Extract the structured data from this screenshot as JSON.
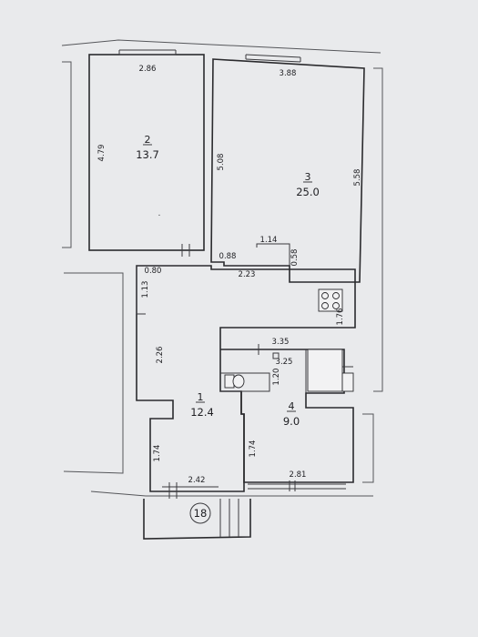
{
  "rooms": [
    {
      "number": "2",
      "area": "13.7"
    },
    {
      "number": "3",
      "area": "25.0"
    },
    {
      "number": "1",
      "area": "12.4"
    },
    {
      "number": "4",
      "area": "9.0"
    }
  ],
  "dimensions": {
    "room2_width": "2.86",
    "room2_length": "4.79",
    "room3_top": "3.88",
    "room3_left": "5.08",
    "room3_right": "5.58",
    "room3_step_width": "1.14",
    "room3_step_left": "0.88",
    "room3_step_height": "0.58",
    "room3_bottom": "2.23",
    "kitchen_right": "1.76",
    "hall_top": "0.80",
    "hall_left_upper": "1.13",
    "hall_left_mid": "2.26",
    "hall_left_lower": "1.74",
    "hall_bottom": "2.42",
    "room4_outer_top": "3.35",
    "room4_inner_top": "3.25",
    "wc_height": "1.20",
    "room4_left": "1.74",
    "room4_bottom": "2.81"
  },
  "stamp": "18"
}
